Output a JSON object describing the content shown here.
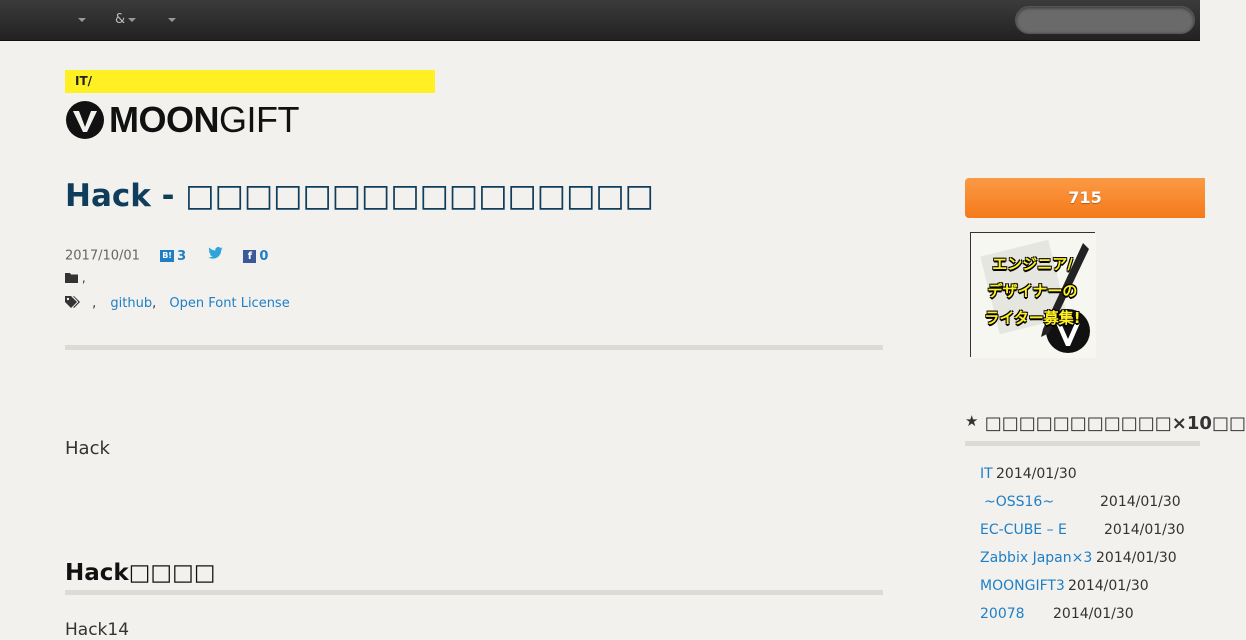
{
  "nav": {
    "item1": "",
    "item2": "&",
    "item3": "",
    "search_placeholder": ""
  },
  "header": {
    "category_label": "IT/",
    "logo_bold": "MOON",
    "logo_light": "GIFT"
  },
  "article": {
    "title": "Hack - □□□□□□□□□□□□□□□□",
    "date": "2017/10/01",
    "hatena_icon": "B!",
    "hatena_count": "3",
    "twitter_icon": "twitter-icon",
    "facebook_icon": "f",
    "facebook_count": "0",
    "category_sep": ",",
    "tags_sep1": ",",
    "tags": [
      "github",
      "Open Font License"
    ],
    "tags_sep2": ",",
    "intro": "Hack",
    "section_heading": "Hack□□□□",
    "section_text": "Hack14"
  },
  "sidebar": {
    "count": "715",
    "banner_lines": [
      "エンジニア/",
      "デザイナーの",
      "ライター募集!"
    ],
    "heading_star": "★",
    "heading": "□□□□□□□□□□□×10□□",
    "items": [
      {
        "title": "IT",
        "date": "2014/01/30"
      },
      {
        "title": "~OSS16~",
        "date": "2014/01/30"
      },
      {
        "title": "EC-CUBE – E",
        "date": "2014/01/30"
      },
      {
        "title": "Zabbix Japan×3",
        "date": "2014/01/30"
      },
      {
        "title": "MOONGIFT3",
        "date": "2014/01/30"
      },
      {
        "title": "20078",
        "date": "2014/01/30"
      }
    ]
  },
  "colors": {
    "accent_yellow": "#fff024",
    "title_blue": "#0f3d5c",
    "link_blue": "#1e7fc6",
    "count_orange": "#f47a1a"
  }
}
